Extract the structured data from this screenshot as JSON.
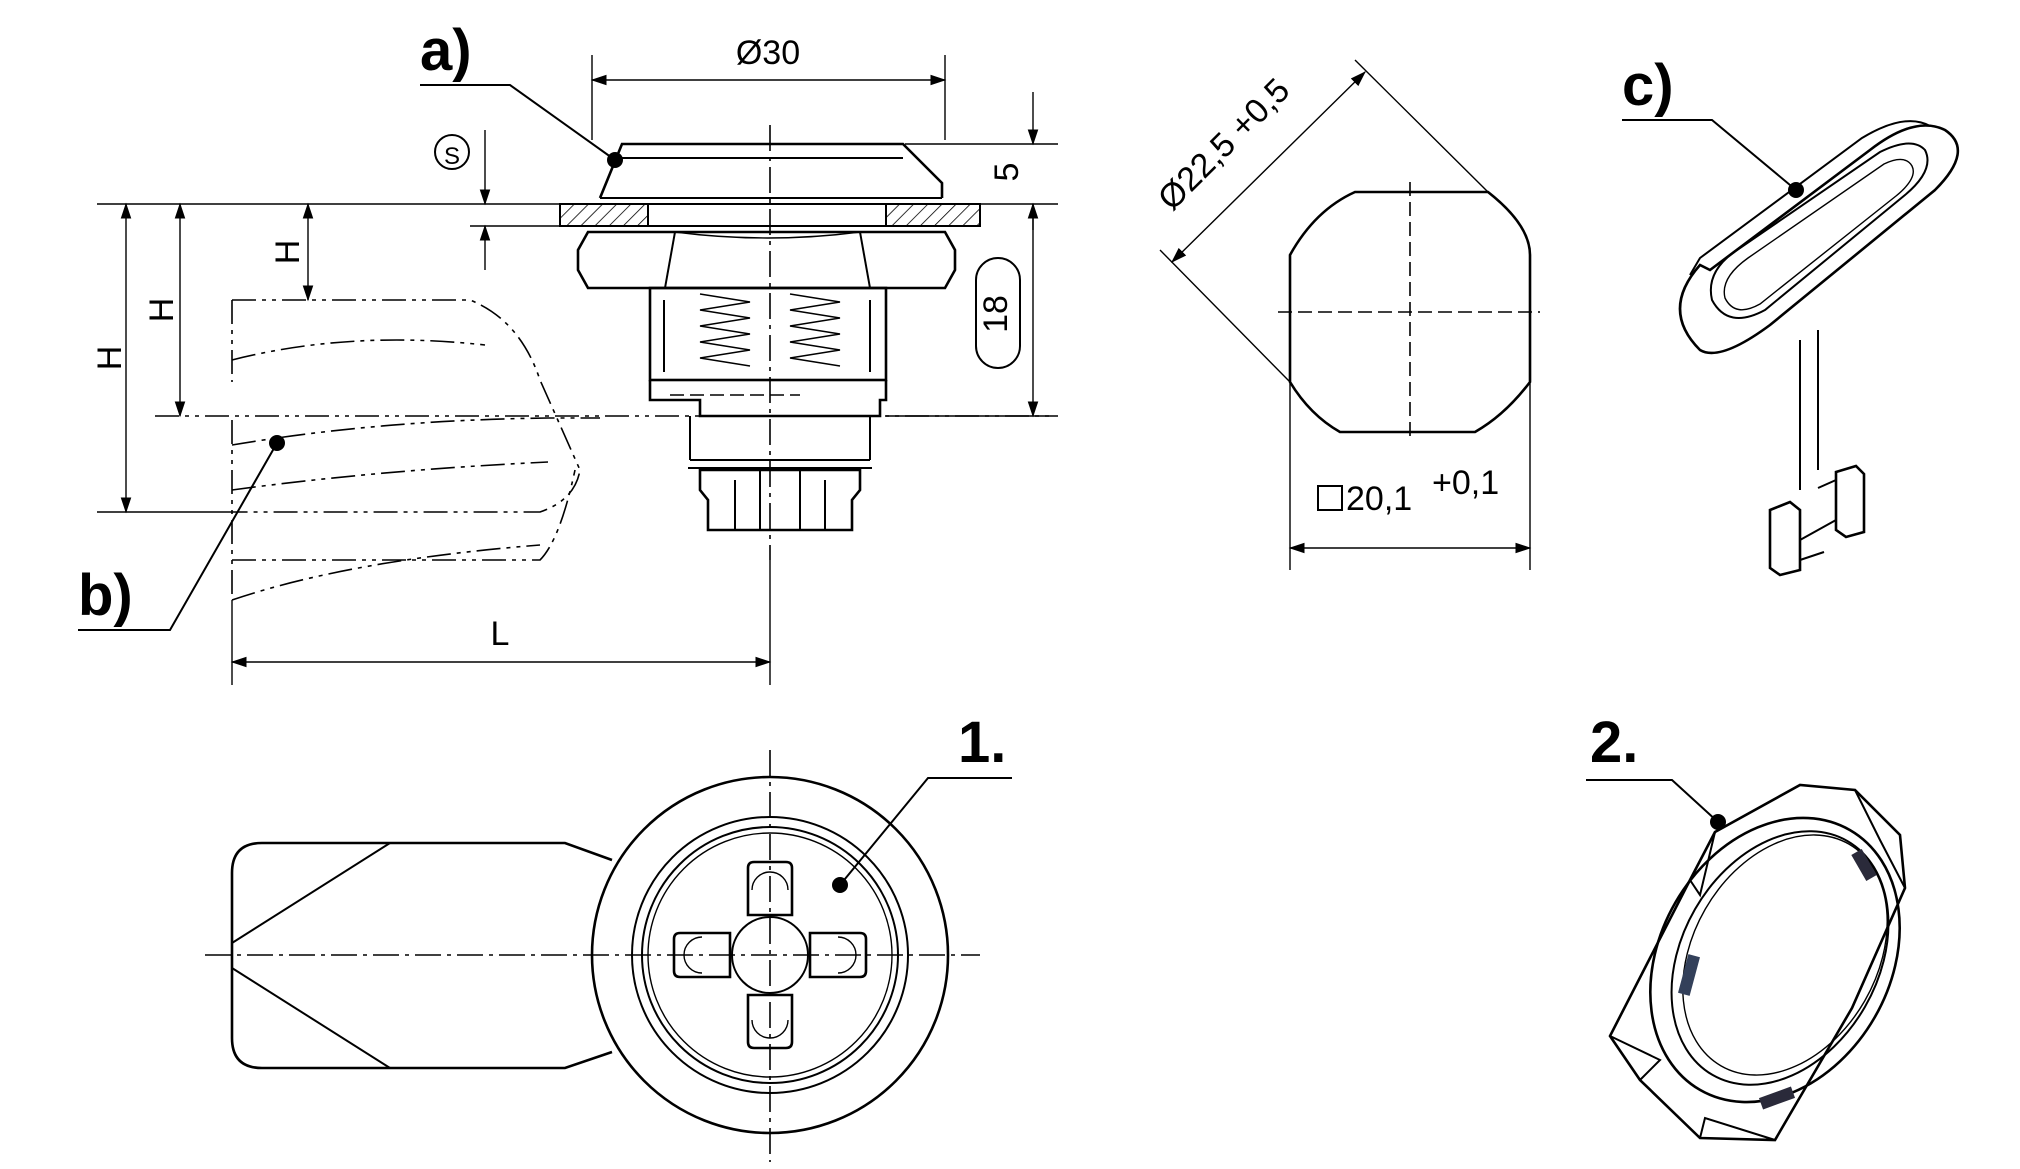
{
  "callouts": {
    "a": "a)",
    "b": "b)",
    "c": "c)",
    "one": "1.",
    "two": "2."
  },
  "dimensions": {
    "diameter_top": "Ø30",
    "height_5": "5",
    "height_18": "18",
    "s_symbol": "S",
    "H": "H",
    "L": "L",
    "cut_diameter": "Ø22,5 +0,5",
    "square_size": "20,1",
    "square_tolerance": "+0,1"
  }
}
